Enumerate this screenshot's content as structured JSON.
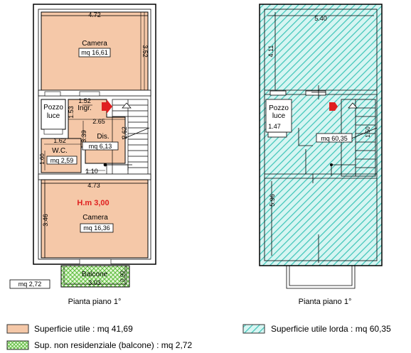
{
  "left_plan": {
    "caption": "Pianta piano 1°",
    "dims": {
      "top_width": "4.72",
      "camera_top_height": "3.52",
      "wc_h": "1.52",
      "ingr_w": "1.53",
      "dis_w": "2.65",
      "dis_side": "3.39",
      "stair_h": "2.62",
      "wc_width": "1.62",
      "wc_height": "1.60",
      "small_w": "1.10",
      "mid_width": "4.73",
      "bottom_height": "3.46",
      "balcony_w": "3.03",
      "balcony_h": "0.90"
    },
    "rooms": {
      "camera_top": {
        "name": "Camera",
        "area": "mq 16,61"
      },
      "pozzo": "Pozzo luce",
      "ingr": "Ingr.",
      "dis": {
        "name": "Dis.",
        "area": "mq 6,13"
      },
      "wc": {
        "name": "W.C.",
        "area": "mq 2,59"
      },
      "height_note": "H.m 3,00",
      "camera_bottom": {
        "name": "Camera",
        "area": "mq 16,36"
      },
      "balcone": {
        "name": "Balcone",
        "area": "mq 2,72"
      }
    }
  },
  "right_plan": {
    "caption": "Pianta piano 1°",
    "dims": {
      "top_width": "5.40",
      "top_height": "4.11",
      "mid": "1.47",
      "stair": "1.50",
      "bottom_height": "5.96"
    },
    "pozzo": "Pozzo luce",
    "area": "mq 60,35"
  },
  "legend": [
    {
      "label": "Superficie utile : mq 41,69",
      "color": "#f5c8a8"
    },
    {
      "label": "Superficie utile lorda : mq 60,35",
      "color": "#7fe0d6"
    },
    {
      "label": "Sup. non residenziale (balcone) : mq 2,72",
      "color": "#a8e890"
    }
  ],
  "colors": {
    "utile": "#f5c8a8",
    "lorda": "#7fe0d6",
    "balcone": "#a8e890",
    "accent": "#e02020"
  }
}
